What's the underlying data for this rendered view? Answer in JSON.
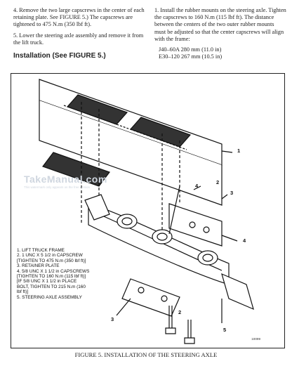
{
  "left_column": {
    "step4": "4. Remove the two large capscrews in the center of each retaining plate. See FIGURE 5.) The capscrews are tightened to 475 N.m (350 lbf ft).",
    "step5": "5. Lower the steering axle assembly and remove it from the lift truck.",
    "heading": "Installation (See FIGURE 5.)"
  },
  "right_column": {
    "step1": "1. Install the rubber mounts on the steering axle. Tighten the capscrews to 160 N.m (115 lbf ft). The distance between the centers of the two outer rubber mounts must be adjusted so that the center capscrews will align with the frame:",
    "spec1": "J40–60A  280 mm (11.0 in)",
    "spec2": "E30–120  267 mm (10.5 in)"
  },
  "figure": {
    "watermark": "TakeManual.com",
    "watermark_note": "This watermark only appears on the free version",
    "legend": [
      "1.  LIFT TRUCK FRAME",
      "2.  1 UNC X 5 1/2 in CAPSCREW",
      "     [TIGHTEN TO 475 N.m (350 lbf ft)]",
      "3.  RETAINER PLATE",
      "4.  5/8 UNC X 1 1/2 in CAPSCREWS",
      "     [TIGHTEN TO 160 N.m (115 lbf ft)]",
      "     [IF 5/8 UNC X 1 1/2 in PLACE",
      "     BOLT, TIGHTEN TO 215 N.m (160",
      "     lbf ft)]",
      "5.  STEERING AXLE ASSEMBLY"
    ],
    "callouts": [
      "1",
      "2",
      "3",
      "4",
      "4",
      "3",
      "2",
      "5"
    ],
    "figure_id": "10099"
  },
  "caption": "FIGURE 5. INSTALLATION OF THE STEERING AXLE"
}
